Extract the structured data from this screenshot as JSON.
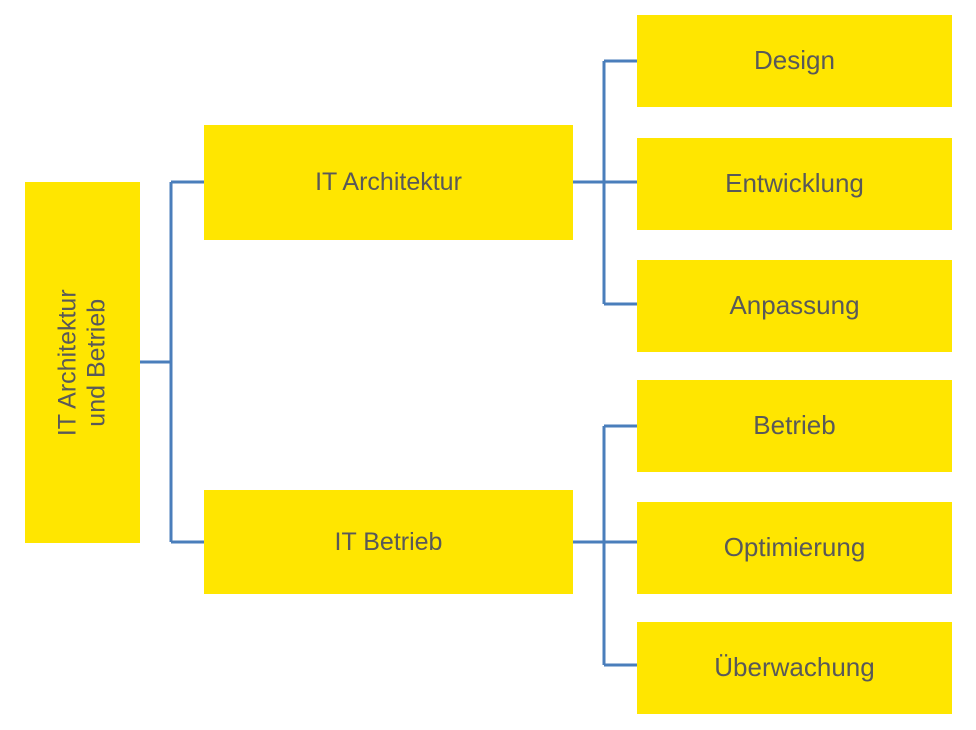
{
  "diagram": {
    "title": "IT Architektur und Betrieb",
    "type": "org-tree",
    "orientation": "left-to-right",
    "colors": {
      "node_fill": "#FFE600",
      "node_text": "#595959",
      "connector": "#4A7EBB",
      "background": "#FFFFFF"
    },
    "root": {
      "label": "IT Architektur und Betrieb",
      "line1": "IT Architektur",
      "line2": "und Betrieb",
      "text_orientation": "vertical-bottom-to-top"
    },
    "branches": [
      {
        "label": "IT Architektur",
        "children": [
          {
            "label": "Design"
          },
          {
            "label": "Entwicklung"
          },
          {
            "label": "Anpassung"
          }
        ]
      },
      {
        "label": "IT Betrieb",
        "children": [
          {
            "label": "Betrieb"
          },
          {
            "label": "Optimierung"
          },
          {
            "label": "Überwachung"
          }
        ]
      }
    ]
  }
}
